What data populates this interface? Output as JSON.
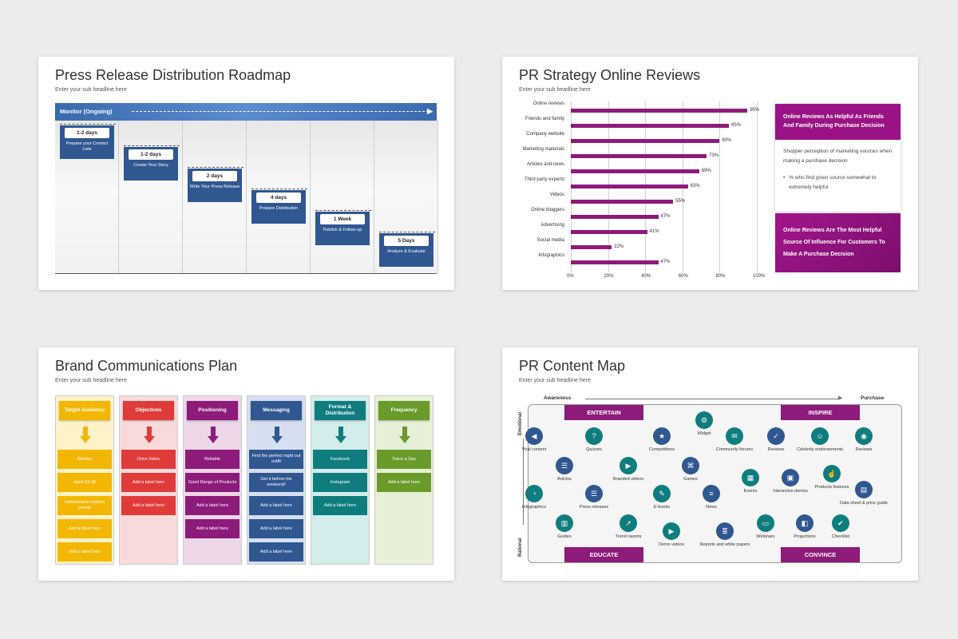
{
  "slides": {
    "roadmap": {
      "title": "Press Release Distribution Roadmap",
      "subtitle": "Enter your sub headline here",
      "banner": "Monitor (Ongoing)",
      "steps": [
        {
          "duration": "1-2 days",
          "label": "Prepare your Contact Lists"
        },
        {
          "duration": "1-2 days",
          "label": "Create Your Story"
        },
        {
          "duration": "2 days",
          "label": "Write Your Press Release"
        },
        {
          "duration": "4 days",
          "label": "Prepare Distribution"
        },
        {
          "duration": "1 Week",
          "label": "Publish & Follow-up"
        },
        {
          "duration": "5 Days",
          "label": "Analyze & Evaluate"
        }
      ]
    },
    "reviews": {
      "title": "PR Strategy Online Reviews",
      "subtitle": "Enter your sub headline here",
      "card_top": {
        "heading": "Online Reviews As Helpful As Friends And Family During Purchase Decision",
        "text": "Shopper perception of marketing sources when making a purchase decision",
        "bullet": "% who find given source somewhat to extremely helpful"
      },
      "card_bottom": "Online Reviews Are The Most Helpful Source Of Influence For Customers To Make A Purchase Decision"
    },
    "plan": {
      "title": "Brand Communications Plan",
      "subtitle": "Enter your sub headline here",
      "columns": [
        {
          "header": "Target Audience",
          "color": "#f2b705",
          "bg": "#fdf3c6",
          "cells": [
            "Women",
            "Aged 18-35",
            "Interested in fashion trends",
            "Add a label here",
            "Add a label here"
          ]
        },
        {
          "header": "Objectives",
          "color": "#e03b3b",
          "bg": "#f9dada",
          "cells": [
            "Drive Sales",
            "Add a label here",
            "Add a label here"
          ]
        },
        {
          "header": "Positioning",
          "color": "#8c1b7a",
          "bg": "#ecd6e8",
          "cells": [
            "Reliable",
            "Good Range of Products",
            "Add a label here",
            "Add a label here"
          ]
        },
        {
          "header": "Messaging",
          "color": "#2f5790",
          "bg": "#d6dff0",
          "cells": [
            "Find the perfect night out outfit",
            "Get it before the weekend!",
            "Add a label here",
            "Add a label here",
            "Add a label here"
          ]
        },
        {
          "header": "Format & Distribution",
          "color": "#0f7d7d",
          "bg": "#d3ecec",
          "cells": [
            "Facebook",
            "Instagram",
            "Add a label here"
          ]
        },
        {
          "header": "Frequency",
          "color": "#6a9a2a",
          "bg": "#e6f0d6",
          "cells": [
            "Twice a Day",
            "Add a label here"
          ]
        }
      ]
    },
    "content_map": {
      "title": "PR Content Map",
      "subtitle": "Enter your sub headline here",
      "awareness": "Awareness",
      "purchase": "Purchase",
      "emotional": "Emotional",
      "rational": "Rational",
      "quadrants": {
        "entertain": "ENTERTAIN",
        "inspire": "INSPIRE",
        "educate": "EDUCATE",
        "convince": "CONVINCE"
      },
      "nodes": [
        {
          "label": "Viral content",
          "icon": "megaphone-icon",
          "color": "#2f5790"
        },
        {
          "label": "Quizzes",
          "icon": "quiz-icon",
          "color": "#0f7d7d"
        },
        {
          "label": "Competitions",
          "icon": "medal-icon",
          "color": "#2f5790"
        },
        {
          "label": "Widget",
          "icon": "widget-icon",
          "color": "#0f7d7d"
        },
        {
          "label": "Community forums",
          "icon": "chat-icon",
          "color": "#0f7d7d"
        },
        {
          "label": "Reviews",
          "icon": "review-icon",
          "color": "#2f5790"
        },
        {
          "label": "Celebrity endorsements",
          "icon": "celebrity-icon",
          "color": "#0f7d7d"
        },
        {
          "label": "Reviews",
          "icon": "eye-icon",
          "color": "#0f7d7d"
        },
        {
          "label": "Articles",
          "icon": "article-icon",
          "color": "#2f5790"
        },
        {
          "label": "Branded videos",
          "icon": "video-icon",
          "color": "#0f7d7d"
        },
        {
          "label": "Games",
          "icon": "gamepad-icon",
          "color": "#2f5790"
        },
        {
          "label": "Events",
          "icon": "calendar-icon",
          "color": "#0f7d7d"
        },
        {
          "label": "Interactive demos",
          "icon": "demo-icon",
          "color": "#2f5790"
        },
        {
          "label": "Products features",
          "icon": "thumbs-up-icon",
          "color": "#0f7d7d"
        },
        {
          "label": "Infographics",
          "icon": "pie-chart-icon",
          "color": "#0f7d7d"
        },
        {
          "label": "Press releases",
          "icon": "press-icon",
          "color": "#2f5790"
        },
        {
          "label": "E-books",
          "icon": "ebook-icon",
          "color": "#0f7d7d"
        },
        {
          "label": "News",
          "icon": "news-icon",
          "color": "#2f5790"
        },
        {
          "label": "Data sheet & price guide",
          "icon": "datasheet-icon",
          "color": "#2f5790"
        },
        {
          "label": "Guides",
          "icon": "guide-icon",
          "color": "#0f7d7d"
        },
        {
          "label": "Trend reports",
          "icon": "trend-icon",
          "color": "#0f7d7d"
        },
        {
          "label": "Demo videos",
          "icon": "play-icon",
          "color": "#0f7d7d"
        },
        {
          "label": "Reports and white papers",
          "icon": "report-icon",
          "color": "#2f5790"
        },
        {
          "label": "Webinars",
          "icon": "webinar-icon",
          "color": "#0f7d7d"
        },
        {
          "label": "Projections",
          "icon": "projection-icon",
          "color": "#2f5790"
        },
        {
          "label": "Checklist",
          "icon": "checklist-icon",
          "color": "#0f7d7d"
        }
      ]
    }
  },
  "chart_data": {
    "type": "bar",
    "orientation": "horizontal",
    "categories": [
      "Online reviews",
      "Friends and family",
      "Company website",
      "Marketing materials",
      "Articles and news",
      "Third party experts",
      "Videos",
      "Online bloggers",
      "Advertising",
      "Social media",
      "Infographics"
    ],
    "values": [
      95,
      85,
      80,
      73,
      69,
      63,
      55,
      47,
      41,
      22,
      47
    ],
    "value_labels": [
      "95%",
      "85%",
      "80%",
      "73%",
      "69%",
      "63%",
      "55%",
      "47%",
      "41%",
      "22%",
      "47%"
    ],
    "xticks": [
      "0%",
      "20%",
      "40%",
      "60%",
      "80%",
      "100%"
    ],
    "xlim": [
      0,
      100
    ],
    "bar_color": "#8c1b7a",
    "grid": true
  }
}
